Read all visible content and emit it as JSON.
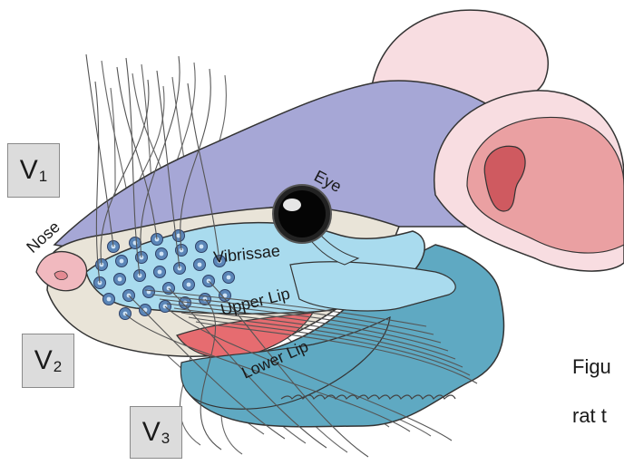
{
  "labels": {
    "eye": "Eye",
    "nose": "Nose",
    "vibrissae": "Vibrissae",
    "upper_lip": "Upper Lip",
    "lower_lip": "Lower Lip"
  },
  "divisions": [
    {
      "letter": "V",
      "sub": "1"
    },
    {
      "letter": "V",
      "sub": "2"
    },
    {
      "letter": "V",
      "sub": "3"
    }
  ],
  "caption": {
    "line1": "Figu",
    "line2": "rat t"
  },
  "colors": {
    "v1_region": "#a6a7d6",
    "v2_region": "#a9dbee",
    "v3_region": "#5fa9c2",
    "skin": "#e9e4d8",
    "ear_outer": "#f8dde1",
    "ear_inner": "#eaa0a2",
    "mouth": "#e66c70",
    "whisker": "#555555"
  }
}
